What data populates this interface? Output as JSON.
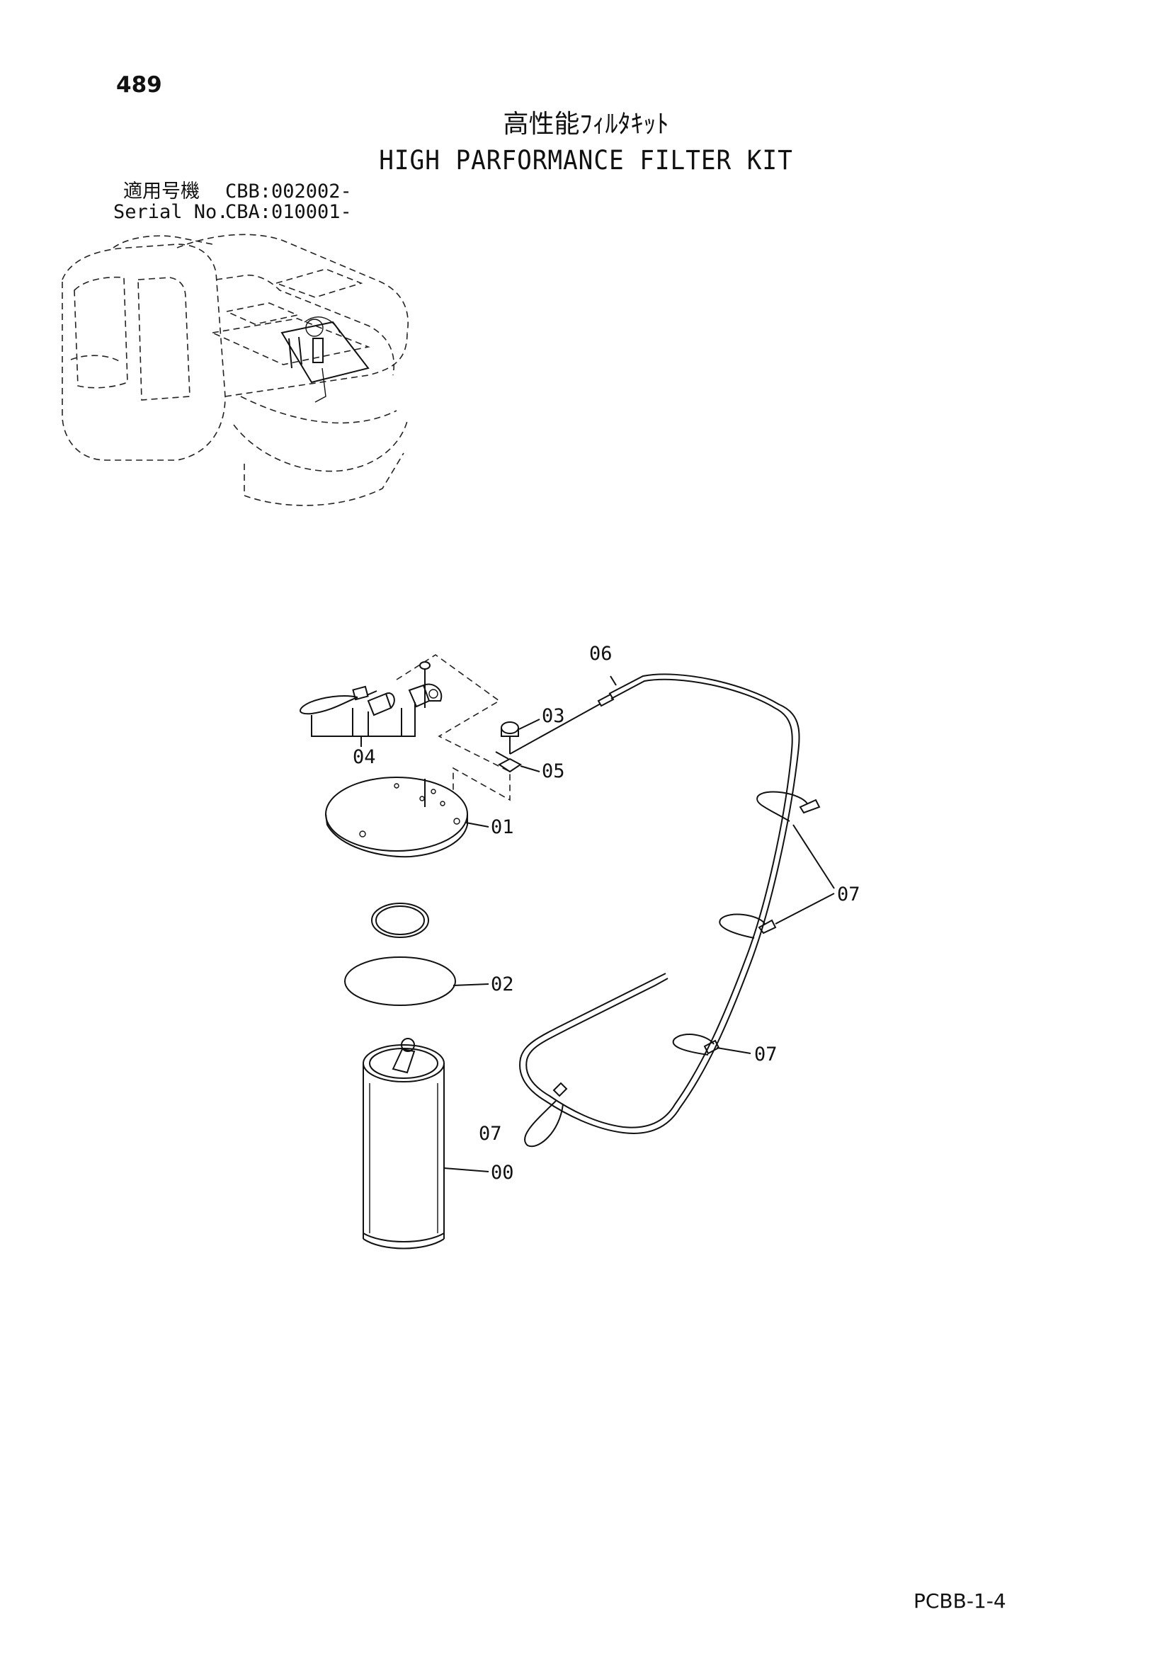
{
  "page": {
    "number": "489",
    "title_jp": "高性能ﾌｨﾙﾀｷｯﾄ",
    "title_en": "HIGH PARFORMANCE FILTER KIT",
    "footer_code": "PCBB-1-4"
  },
  "serial": {
    "jp_label": "適用号機",
    "jp_value": "CBB:002002-",
    "en_label": "Serial No.",
    "en_value": "CBA:010001-"
  },
  "callouts": {
    "c06": "06",
    "c03": "03",
    "c04": "04",
    "c05": "05",
    "c01": "01",
    "c07a": "07",
    "c02": "02",
    "c07b": "07",
    "c07c": "07",
    "c00": "00"
  }
}
